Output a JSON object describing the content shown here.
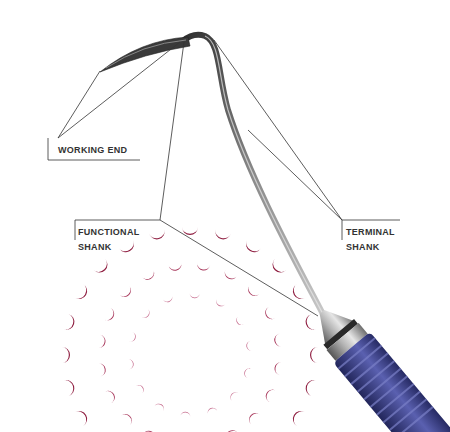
{
  "diagram": {
    "labels": [
      "WORKING END",
      "FUNCTIONAL SHANK",
      "TERMINAL SHANK"
    ]
  }
}
